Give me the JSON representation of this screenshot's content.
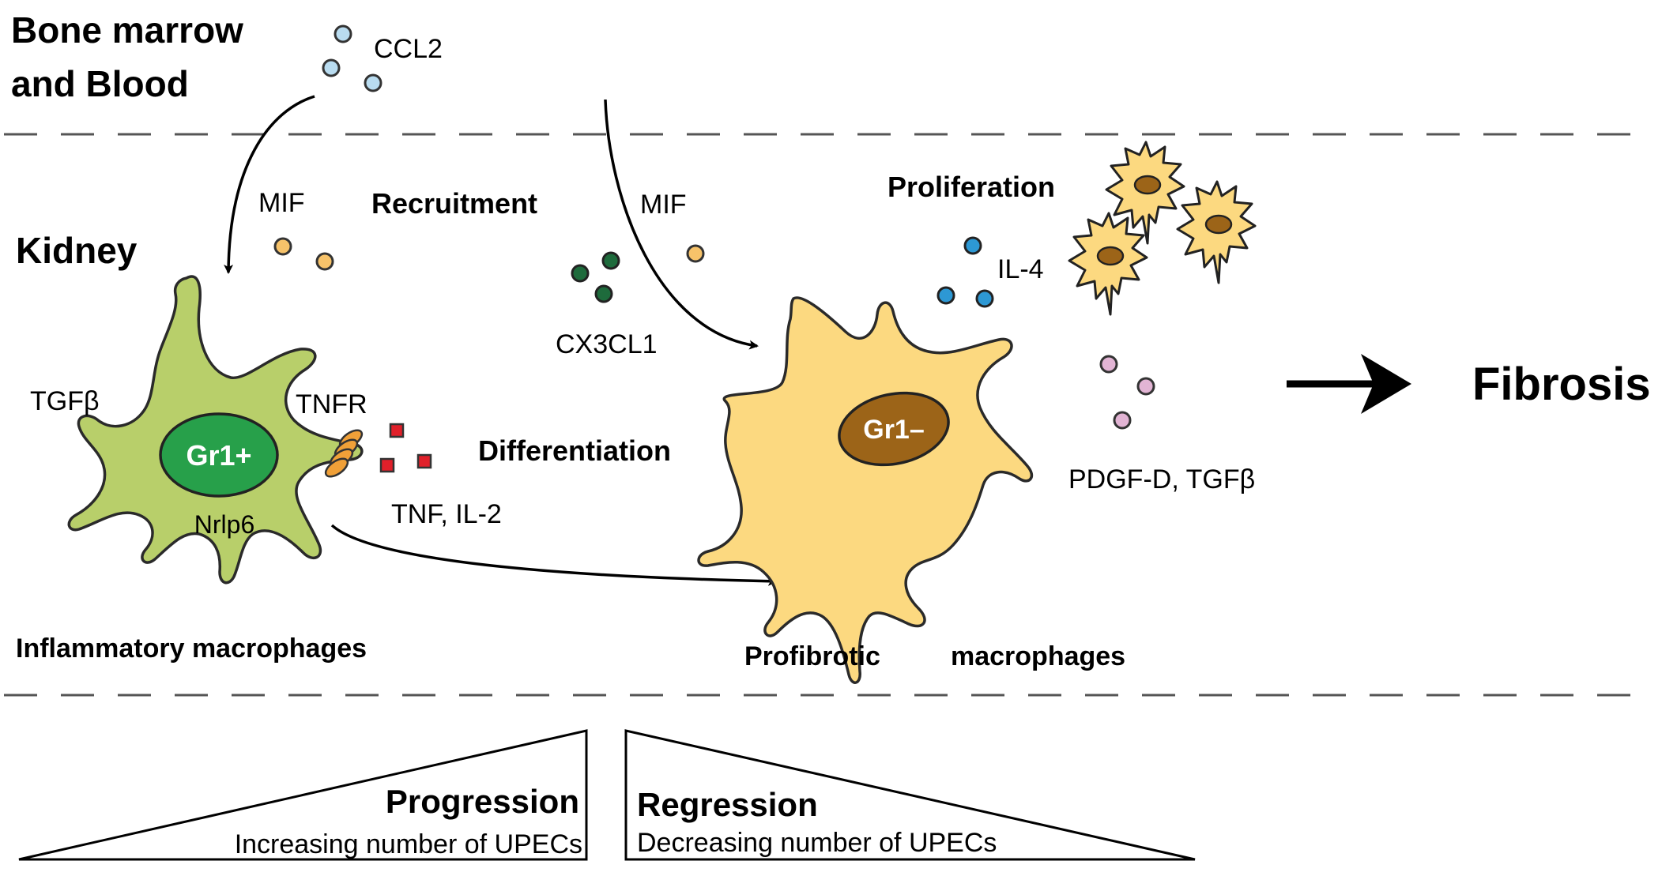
{
  "regions": {
    "top": [
      "Bone marrow",
      "and Blood"
    ],
    "kidney": "Kidney"
  },
  "processes": {
    "recruitment": "Recruitment",
    "proliferation": "Proliferation",
    "differentiation": "Differentiation"
  },
  "molecules": {
    "ccl2": "CCL2",
    "mif_left": "MIF",
    "mif_right": "MIF",
    "cx3cl1": "CX3CL1",
    "il4": "IL-4",
    "tgfb_left": "TGFβ",
    "tnfr": "TNFR",
    "tnf_il2": "TNF, IL-2",
    "pdgfd_tgfb": "PDGF-D, TGFβ"
  },
  "cells": {
    "inflammatory": {
      "marker": "Gr1+",
      "gene": "Nrlp6",
      "caption": "Inflammatory macrophages"
    },
    "profibrotic": {
      "marker": "Gr1–",
      "caption_a": "Profibrotic",
      "caption_b": "macrophages"
    }
  },
  "outcome": "Fibrosis",
  "gradients": {
    "progression": {
      "title": "Progression",
      "subtitle": "Increasing number of UPECs"
    },
    "regression": {
      "title": "Regression",
      "subtitle": "Decreasing number of UPECs"
    }
  },
  "colors": {
    "ccl2": "#b9dcf0",
    "mif": "#f7c36a",
    "cx3cl1": "#1e6b3c",
    "il4": "#2d98d4",
    "pdgf": "#e2b4d4",
    "tnf": "#e0202a",
    "tnfr": "#f0a038",
    "inflammatory_cell": "#b8cf6a",
    "inflammatory_nucleus": "#27a04a",
    "profibrotic_cell": "#fcd980",
    "profibrotic_nucleus": "#9c6418"
  }
}
